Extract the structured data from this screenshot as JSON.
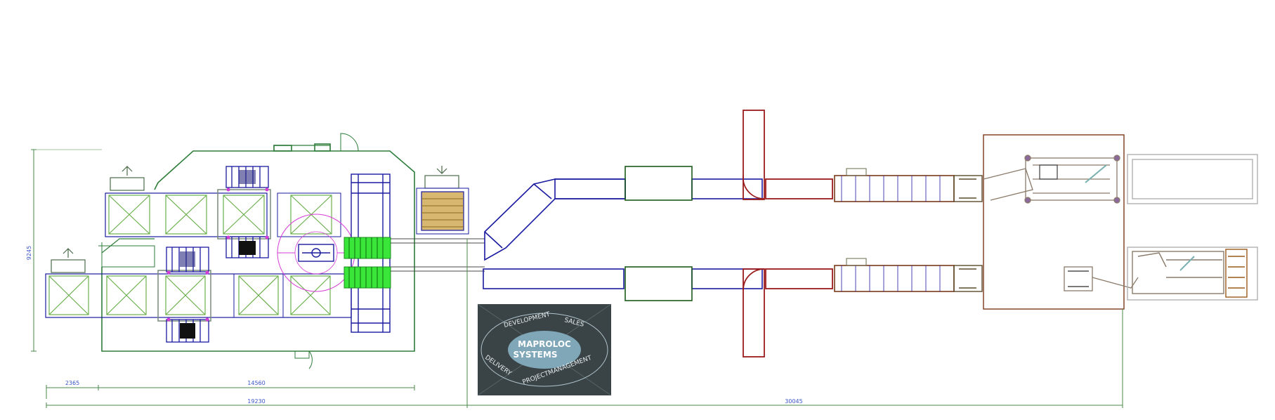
{
  "dimensions": {
    "left_height": "9245",
    "seg_a": "2365",
    "seg_b": "14560",
    "total_left": "19230",
    "total_right": "30045"
  },
  "logo": {
    "center_line1": "MAPROLOC",
    "center_line2": "SYSTEMS",
    "ring_top_left": "DEVELOPMENT",
    "ring_top_right": "SALES",
    "ring_bottom_left": "DELIVERY",
    "ring_bottom_right": "PROJECTMANAGEMENT"
  },
  "colors": {
    "conveyor_outline": "#1a1aa0",
    "frame_green": "#2e7d3a",
    "station_green": "#6ab04c",
    "active_green": "#39e639",
    "duct_red": "#9b1b1b",
    "dimension_line": "#4a8a4a",
    "dimension_text": "#3a56c8",
    "magenta": "#d63cd6",
    "logo_bg": "#3a4346",
    "logo_ellipse": "#7fa7b8"
  }
}
